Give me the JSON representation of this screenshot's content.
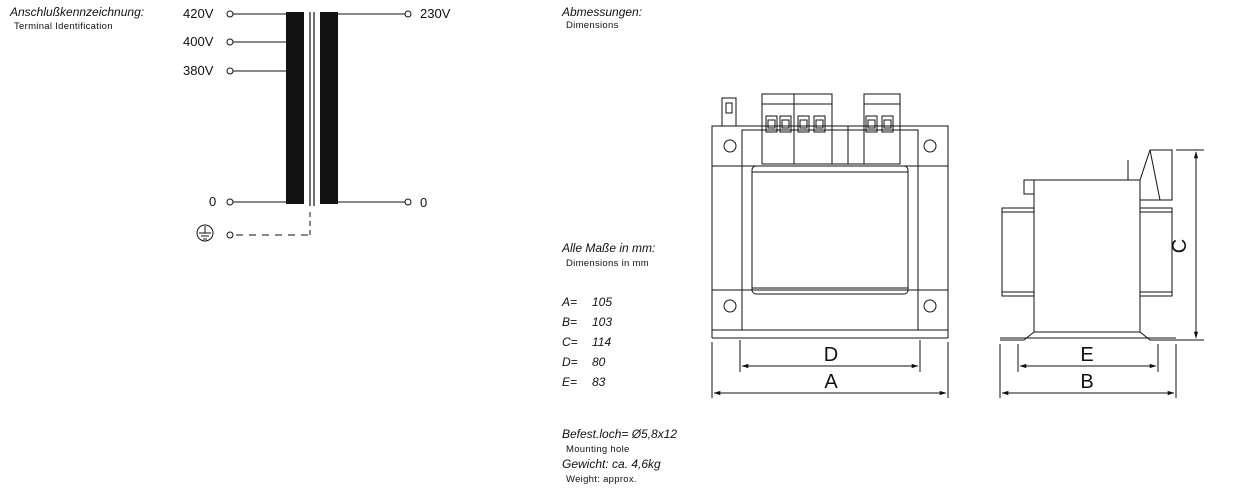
{
  "terminal": {
    "title": "Anschlußkennzeichnung:",
    "subtitle": "Terminal Identification",
    "primary": [
      "420V",
      "400V",
      "380V",
      "0"
    ],
    "secondary": [
      "230V",
      "0"
    ]
  },
  "dimensions": {
    "title": "Abmessungen:",
    "subtitle": "Dimensions",
    "units_title": "Alle Maße in mm:",
    "units_subtitle": "Dimensions in mm",
    "values": [
      {
        "key": "A=",
        "value": "105"
      },
      {
        "key": "B=",
        "value": "103"
      },
      {
        "key": "C=",
        "value": "114"
      },
      {
        "key": "D=",
        "value": "80"
      },
      {
        "key": "E=",
        "value": "83"
      }
    ],
    "labels": {
      "A": "A",
      "B": "B",
      "C": "C",
      "D": "D",
      "E": "E"
    }
  },
  "mounting": {
    "title": "Befest.loch= Ø5,8x12",
    "subtitle": "Mounting hole",
    "weight_title": "Gewicht: ca. 4,6kg",
    "weight_subtitle": "Weight: approx."
  }
}
